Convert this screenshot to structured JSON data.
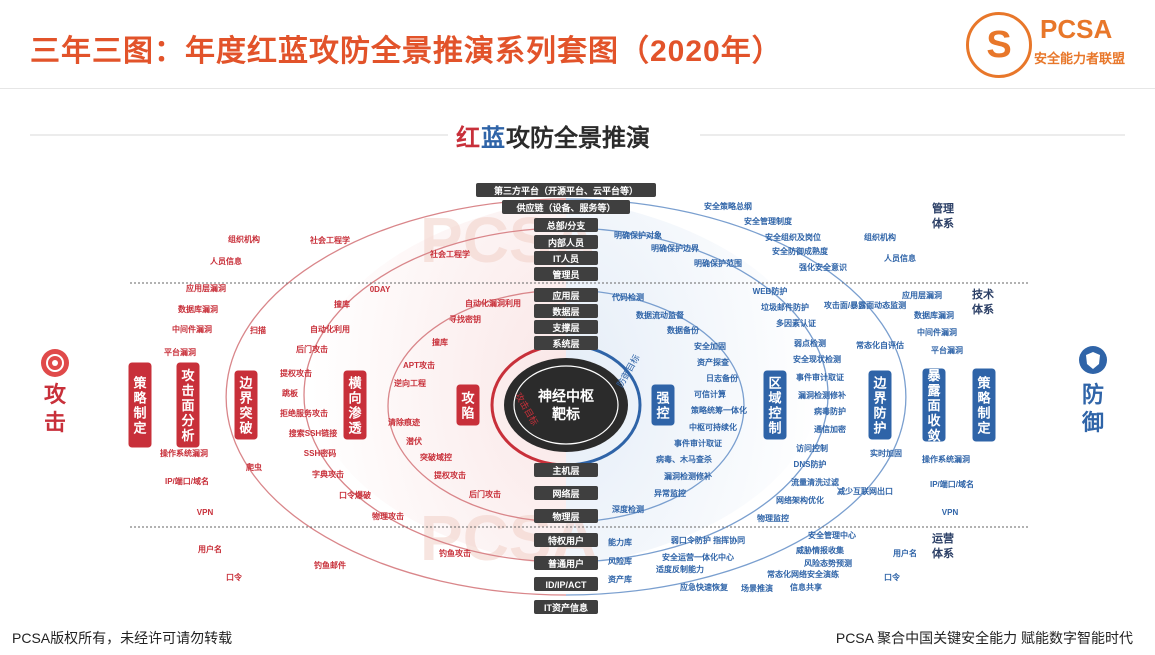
{
  "header": {
    "title": "三年三图：年度红蓝攻防全景推演系列套图（2020年）",
    "brand": "PCSA",
    "brand_sub": "安全能力者联盟"
  },
  "footer": {
    "left": "PCSA版权所有，未经许可请勿转载",
    "right": "PCSA 聚合中国关键安全能力   赋能数字智能时代"
  },
  "diagram": {
    "title_red": "红",
    "title_blue": "蓝",
    "title_rest": "攻防全景推演",
    "watermark": "PCSA",
    "center": [
      "神经中枢",
      "靶标"
    ],
    "ring_left": "攻击目标",
    "ring_right": "防御目标",
    "attack_label": "攻击",
    "defense_label": "防御",
    "center_stack": [
      "第三方平台（开源平台、云平台等）",
      "供应链（设备、服务等）",
      "总部/分支",
      "内部人员",
      "IT人员",
      "管理员",
      "应用层",
      "数据层",
      "支撑层",
      "系统层",
      "主机层",
      "网络层",
      "物理层",
      "特权用户",
      "普通用户",
      "ID/IP/ACT",
      "IT资产信息"
    ],
    "left_boxes": [
      "策略制定",
      "攻击面分析",
      "边界突破",
      "横向渗透",
      "攻陷"
    ],
    "right_boxes": [
      "强控",
      "区域控制",
      "边界防护",
      "暴露面收敛",
      "策略制定"
    ],
    "system_labels": [
      "管理体系",
      "技术体系",
      "运营体系"
    ],
    "left_texts": [
      "组织机构",
      "人员信息",
      "社会工程学",
      "社会工程学",
      "应用层漏洞",
      "数据库漏洞",
      "中间件漏洞",
      "平台漏洞",
      "操作系统漏洞",
      "IP/端口/域名",
      "VPN",
      "0DAY",
      "撞库",
      "扫描",
      "自动化利用",
      "后门攻击",
      "提权攻击",
      "跳板",
      "拒绝服务攻击",
      "爬虫",
      "搜索SSH链接",
      "SSH密码",
      "字典攻击",
      "口令爆破",
      "物理攻击",
      "APT攻击",
      "逆向工程",
      "清除痕迹",
      "潜伏",
      "突破域控",
      "提权攻击",
      "后门攻击",
      "寻找密钥",
      "撞库",
      "自动化漏洞利用",
      "用户名",
      "口令",
      "钓鱼邮件",
      "钓鱼攻击"
    ],
    "right_texts": [
      "安全策略总纲",
      "安全管理制度",
      "安全组织及岗位",
      "安全防御成熟度",
      "强化安全意识",
      "明确保护对象",
      "明确保护边界",
      "明确保护范围",
      "组织机构",
      "人员信息",
      "代码检测",
      "数据流动监督",
      "数据备份",
      "安全加固",
      "资产探查",
      "日志备份",
      "可信计算",
      "策略统筹一体化",
      "中枢可持续化",
      "事件审计取证",
      "病毒、木马查杀",
      "漏洞检测修补",
      "异常监控",
      "深度检测",
      "WEB防护",
      "垃圾邮件防护",
      "多因素认证",
      "弱点检测",
      "安全现状检测",
      "事件审计取证",
      "漏洞检测修补",
      "病毒防护",
      "通信加密",
      "访问控制",
      "DNS防护",
      "流量清洗过滤",
      "网络架构优化",
      "物理监控",
      "攻击面/暴露面动态监测",
      "常态化自评估",
      "实时加固",
      "减少互联网出口",
      "应用层漏洞",
      "数据库漏洞",
      "中间件漏洞",
      "平台漏洞",
      "操作系统漏洞",
      "IP/端口/域名",
      "VPN",
      "能力库",
      "风险库",
      "资产库",
      "弱口令防护 指挥协同",
      "安全运营一体化中心",
      "适度反制能力",
      "应急快速恢复",
      "安全管理中心",
      "威胁情报收集",
      "风险态势预测",
      "常态化网络安全演练",
      "场景推演",
      "信息共享",
      "用户名",
      "口令"
    ],
    "colors": {
      "red": "#c8303a",
      "blue": "#2f64a8",
      "title_orange": "#e2532a",
      "dark": "#3a3a3a"
    }
  }
}
